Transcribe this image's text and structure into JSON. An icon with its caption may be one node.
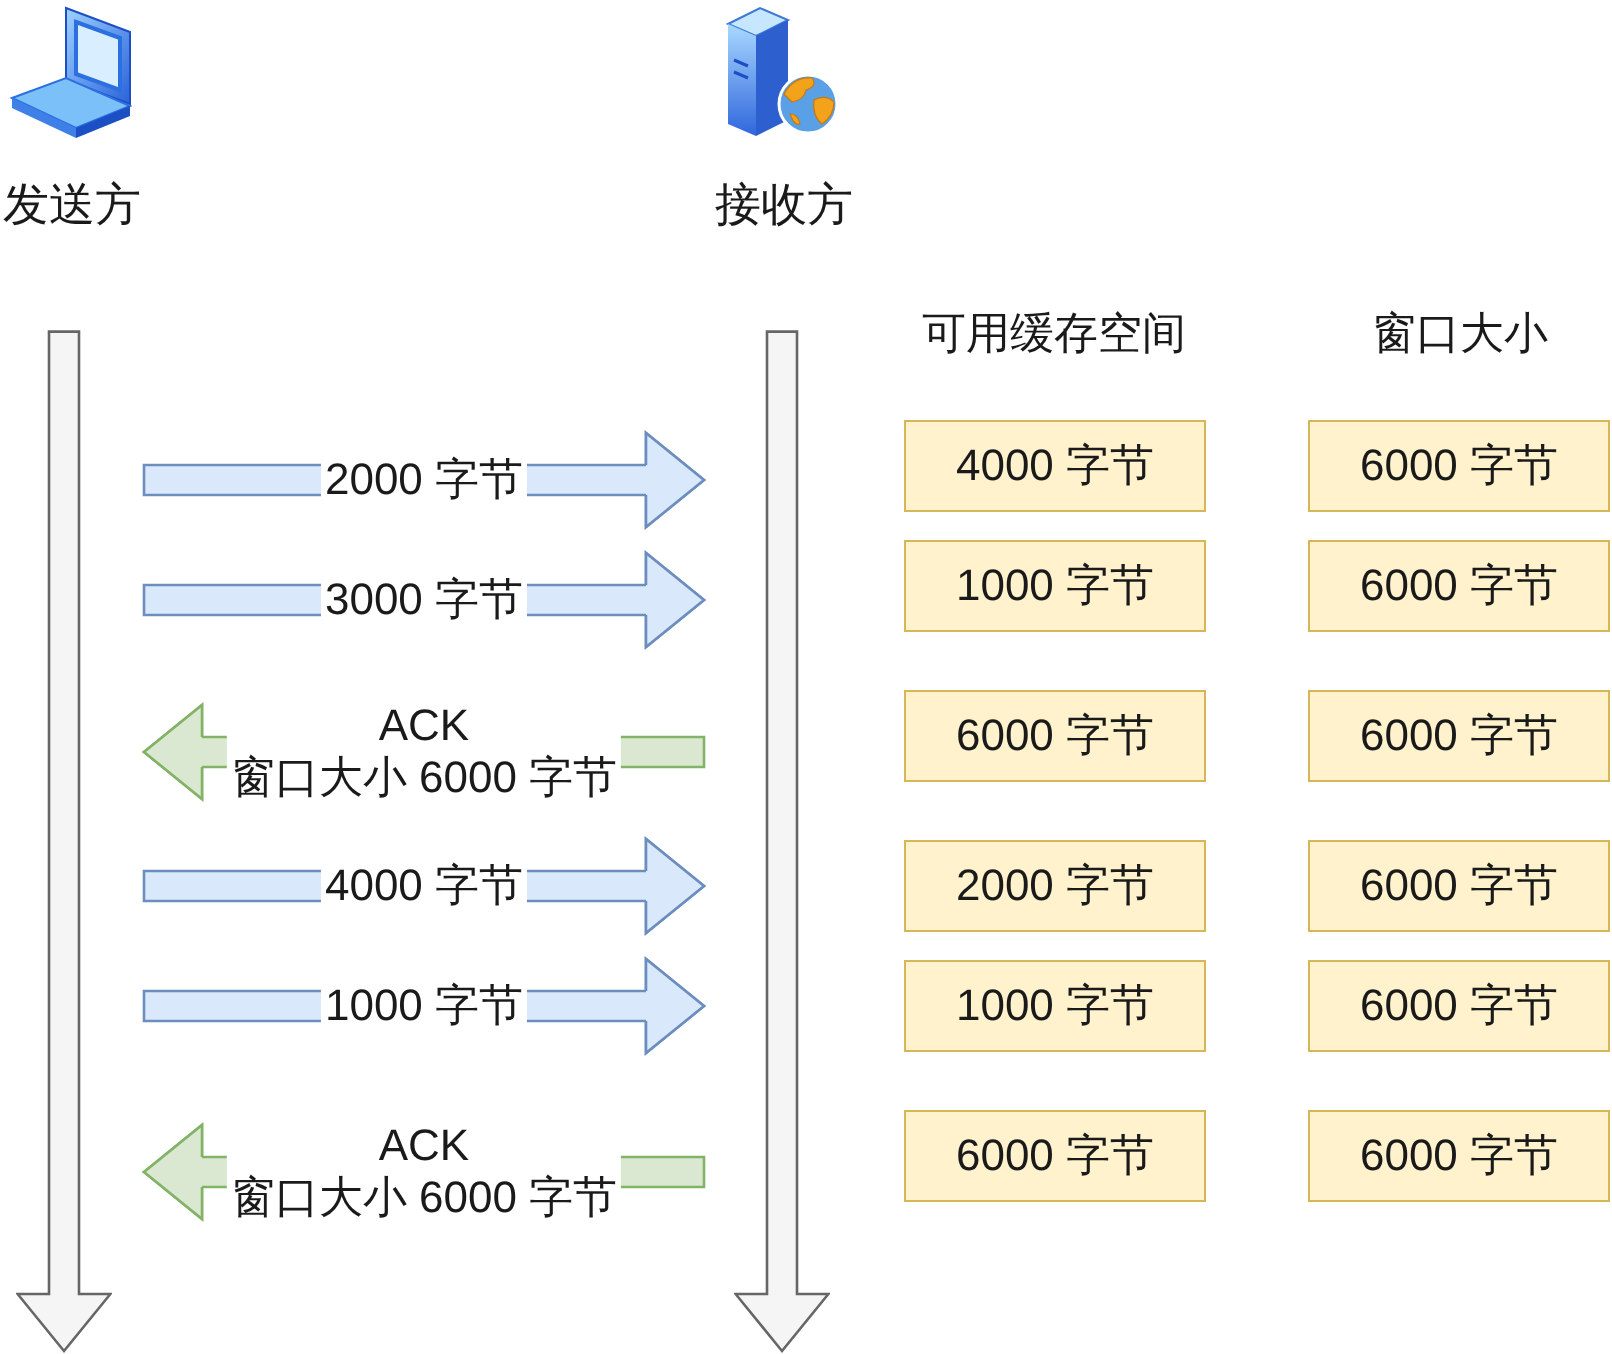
{
  "diagram": {
    "nodes": [
      {
        "text": [
          "发送方"
        ]
      },
      {
        "text": [
          "接收方"
        ]
      },
      {
        "text": [
          "4000 字节"
        ]
      },
      {
        "text": [
          "6000 字节"
        ]
      },
      {
        "text": [
          "1000 字节"
        ]
      },
      {
        "text": [
          "6000 字节"
        ]
      },
      {
        "text": [
          "6000 字节"
        ]
      },
      {
        "text": [
          "6000 字节"
        ]
      },
      {
        "text": [
          "2000 字节"
        ]
      },
      {
        "text": [
          "6000 字节"
        ]
      },
      {
        "text": [
          "1000 字节"
        ]
      },
      {
        "text": [
          "6000 字节"
        ]
      },
      {
        "text": [
          "6000 字节"
        ]
      },
      {
        "text": [
          "6000 字节"
        ]
      }
    ],
    "edges": [
      {
        "from": 0,
        "to": 1,
        "arrow": "to",
        "label": "2000 字节"
      },
      {
        "from": 0,
        "to": 1,
        "arrow": "to",
        "label": "3000 字节"
      },
      {
        "from": 1,
        "to": 0,
        "arrow": "to",
        "label": "ACK 窗口大小 6000 字节",
        "color": "#82b366"
      },
      {
        "from": 0,
        "to": 1,
        "arrow": "to",
        "label": "4000 字节"
      },
      {
        "from": 0,
        "to": 1,
        "arrow": "to",
        "label": "1000 字节"
      },
      {
        "from": 1,
        "to": 0,
        "arrow": "to",
        "label": "ACK 窗口大小 6000 字节",
        "color": "#82b366"
      }
    ],
    "labels": [
      "可用缓存空间",
      "窗口大小"
    ]
  }
}
